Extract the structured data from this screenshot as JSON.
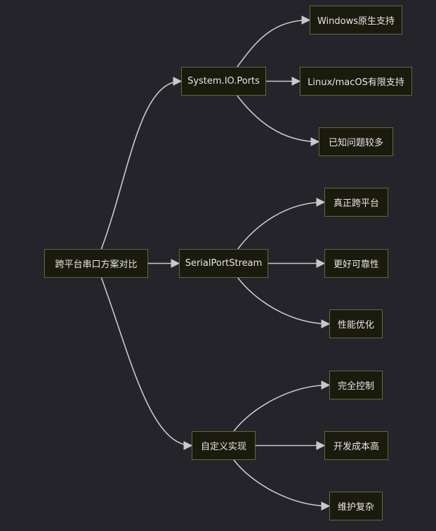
{
  "theme": {
    "background": "#25242a",
    "node_fill": "#1a1a0d",
    "node_border": "#5d6b3c",
    "node_text": "#e6e6e6",
    "edge_color": "#c9c9c9"
  },
  "diagram": {
    "root": {
      "id": "root",
      "label": "跨平台串口方案对比"
    },
    "branches": [
      {
        "id": "system-io-ports",
        "label": "System.IO.Ports",
        "children": [
          {
            "id": "windows-native",
            "label": "Windows原生支持"
          },
          {
            "id": "linux-macos-limited",
            "label": "Linux/macOS有限支持"
          },
          {
            "id": "known-issues",
            "label": "已知问题较多"
          }
        ]
      },
      {
        "id": "serial-port-stream",
        "label": "SerialPortStream",
        "children": [
          {
            "id": "true-cross-platform",
            "label": "真正跨平台"
          },
          {
            "id": "more-reliable",
            "label": "更好可靠性"
          },
          {
            "id": "performance-optimized",
            "label": "性能优化"
          }
        ]
      },
      {
        "id": "custom-implementation",
        "label": "自定义实现",
        "children": [
          {
            "id": "full-control",
            "label": "完全控制"
          },
          {
            "id": "high-dev-cost",
            "label": "开发成本高"
          },
          {
            "id": "complex-maintenance",
            "label": "维护复杂"
          }
        ]
      }
    ]
  }
}
